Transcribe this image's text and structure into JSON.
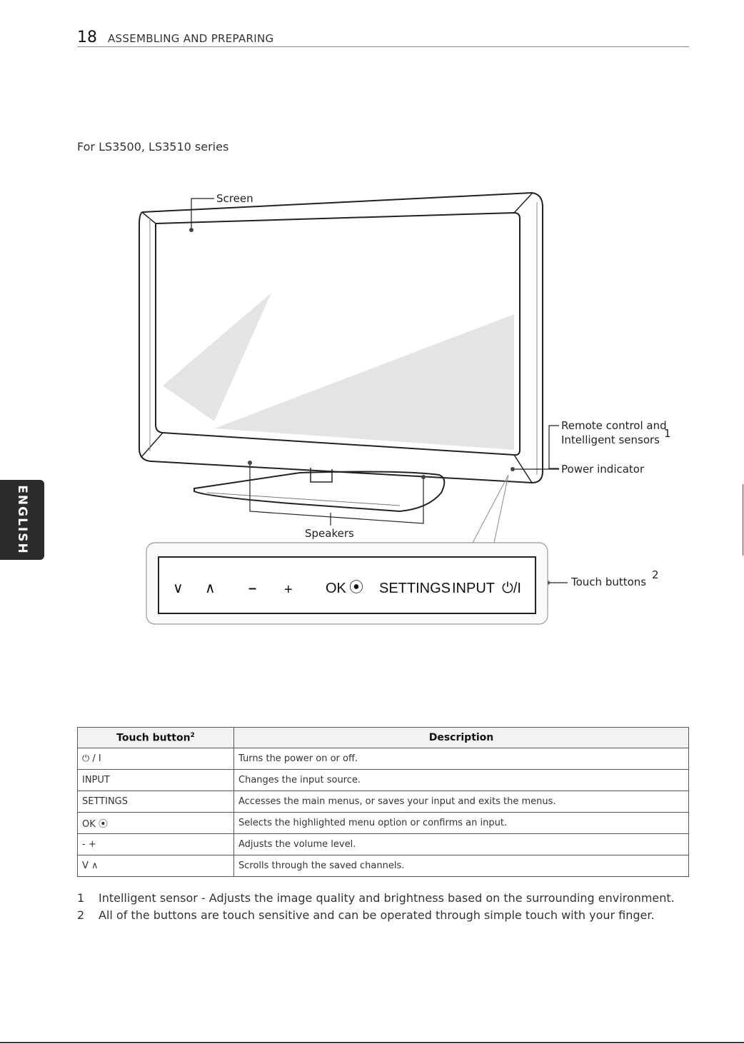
{
  "header": {
    "page_number": "18",
    "section_title": "ASSEMBLING AND PREPARING"
  },
  "series_label": "For LS3500, LS3510 series",
  "side_tab": {
    "label": "ENGLISH"
  },
  "diagram": {
    "callouts": {
      "screen": "Screen",
      "remote_line1": "Remote control and",
      "remote_line2": "Intelligent sensors",
      "remote_sup": "1",
      "power": "Power indicator",
      "speakers": "Speakers",
      "touch": "Touch buttons",
      "touch_sup": "2"
    },
    "panel_buttons": {
      "down": "∨",
      "up": "∧",
      "minus": "–",
      "plus": "+",
      "ok": "OK",
      "ok_symbol": "⦿",
      "settings": "SETTINGS",
      "input": "INPUT",
      "power": "⏻/I"
    }
  },
  "table": {
    "header_button": "Touch button",
    "header_button_sup": "2",
    "header_description": "Description",
    "rows": [
      {
        "button": "⏻ / I",
        "description": "Turns the power on or off."
      },
      {
        "button": "INPUT",
        "description": "Changes the input source."
      },
      {
        "button": "SETTINGS",
        "description": "Accesses the main menus, or saves your input and exits the menus."
      },
      {
        "button": "OK ⦿",
        "description": "Selects the highlighted menu option or confirms an input."
      },
      {
        "button": "-   +",
        "description": "Adjusts the volume level."
      },
      {
        "button": "V   ∧",
        "description": "Scrolls through the saved channels."
      }
    ]
  },
  "footnotes": [
    {
      "num": "1",
      "text": "Intelligent sensor - Adjusts the image quality and brightness based on the surrounding environment."
    },
    {
      "num": "2",
      "text": "All of the buttons are touch sensitive and can be operated through simple touch with your finger."
    }
  ]
}
